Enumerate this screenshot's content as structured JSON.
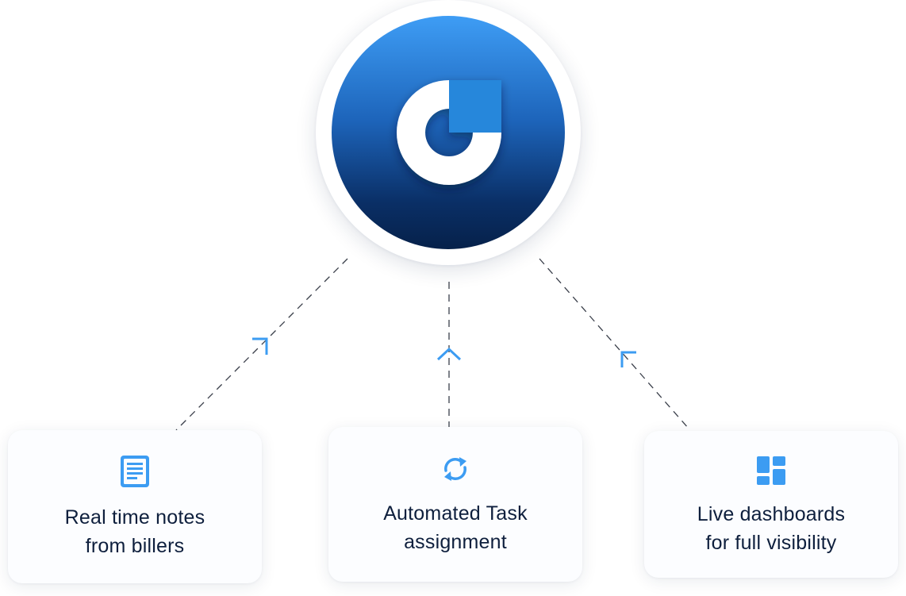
{
  "hub": {
    "icon": "brand-logo-icon",
    "gradient_top": "#3e9df5",
    "gradient_bottom": "#06214a"
  },
  "accent_color": "#3c9cf2",
  "text_color": "#0e1f3d",
  "cards": [
    {
      "icon": "document-lines-icon",
      "label_line1": "Real time notes",
      "label_line2": "from billers"
    },
    {
      "icon": "refresh-cycle-icon",
      "label_line1": "Automated Task",
      "label_line2": "assignment"
    },
    {
      "icon": "dashboard-grid-icon",
      "label_line1": "Live dashboards",
      "label_line2": "for full visibility"
    }
  ]
}
